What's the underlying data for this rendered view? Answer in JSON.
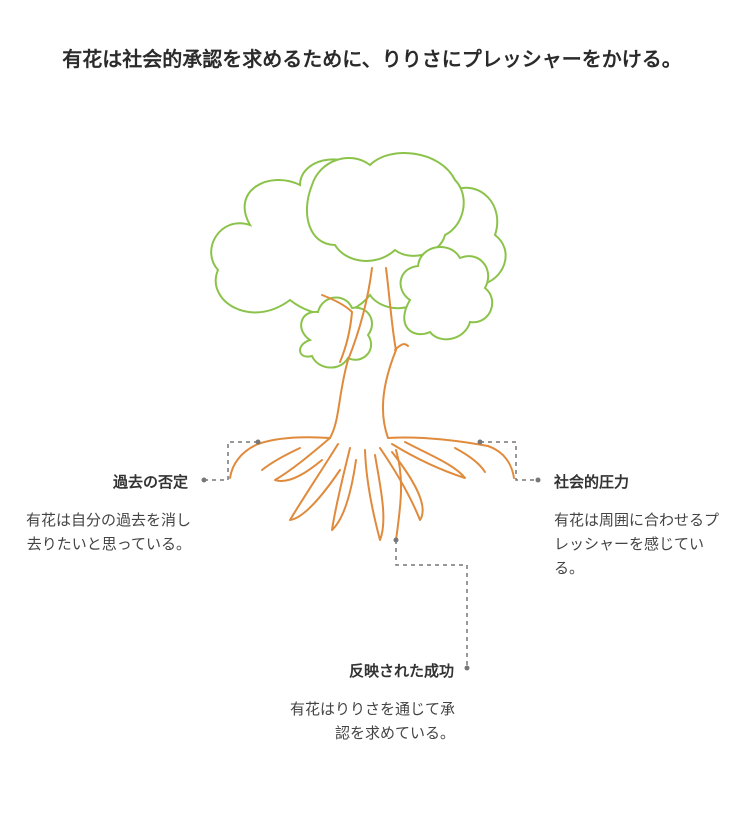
{
  "title": "有花は社会的承認を求めるために、りりさにプレッシャーをかける。",
  "colors": {
    "canopy": "#8bc34a",
    "trunk": "#e08a3c",
    "connector": "#777777"
  },
  "branches": [
    {
      "id": "past-denial",
      "label": "過去の否定",
      "description": "有花は自分の過去を消し去りたいと思っている。"
    },
    {
      "id": "social-pressure",
      "label": "社会的圧力",
      "description": "有花は周囲に合わせるプレッシャーを感じている。"
    },
    {
      "id": "reflected-success",
      "label": "反映された成功",
      "description": "有花はりりさを通じて承認を求めている。"
    }
  ]
}
